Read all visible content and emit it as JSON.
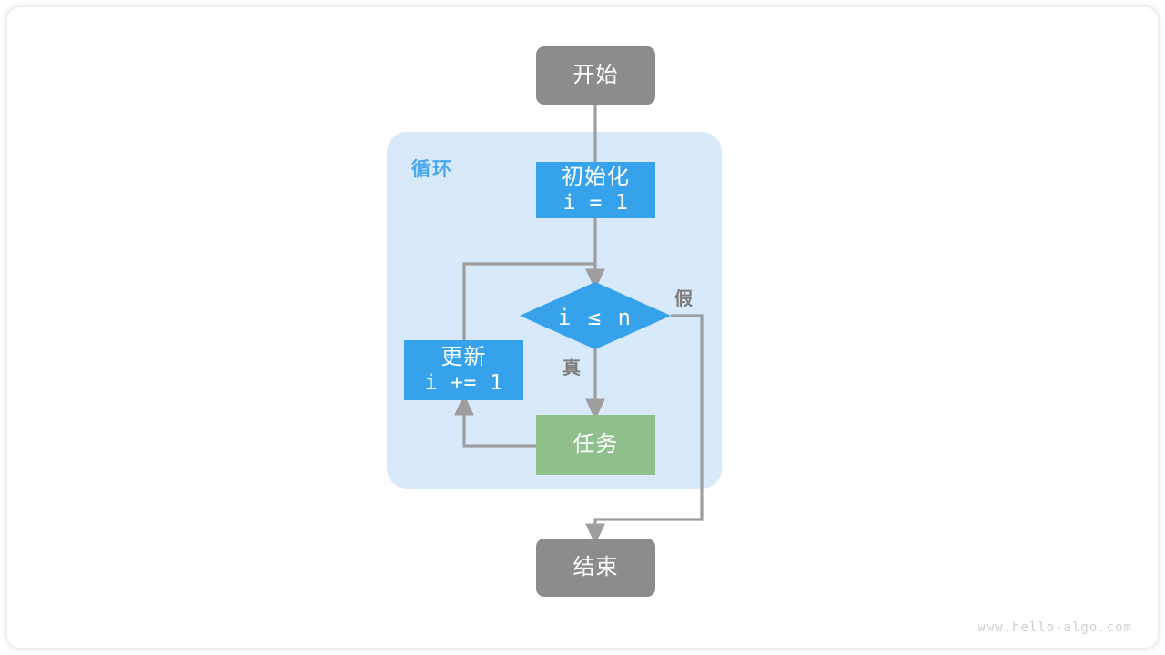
{
  "diagram": {
    "title": "for-loop-flowchart",
    "watermark": "www.hello-algo.com",
    "colors": {
      "terminal": "#8c8c8c",
      "process_blue": "#36a2eb",
      "process_green": "#8fc08c",
      "loop_container": "#d8eafa",
      "loop_label": "#4aa8ee",
      "edge": "#9e9e9e",
      "edge_label": "#7d7d7d",
      "watermark": "#cfcfcf"
    },
    "nodes": {
      "start": {
        "label": "开始",
        "shape": "terminal"
      },
      "init": {
        "label": "初始化",
        "expression": "i = 1",
        "shape": "process"
      },
      "decision": {
        "expression": "i ≤ n",
        "shape": "diamond"
      },
      "update": {
        "label": "更新",
        "expression": "i += 1",
        "shape": "process"
      },
      "task": {
        "label": "任务",
        "shape": "process"
      },
      "end": {
        "label": "结束",
        "shape": "terminal"
      }
    },
    "container": {
      "label": "循环"
    },
    "edge_labels": {
      "true": "真",
      "false": "假"
    }
  }
}
